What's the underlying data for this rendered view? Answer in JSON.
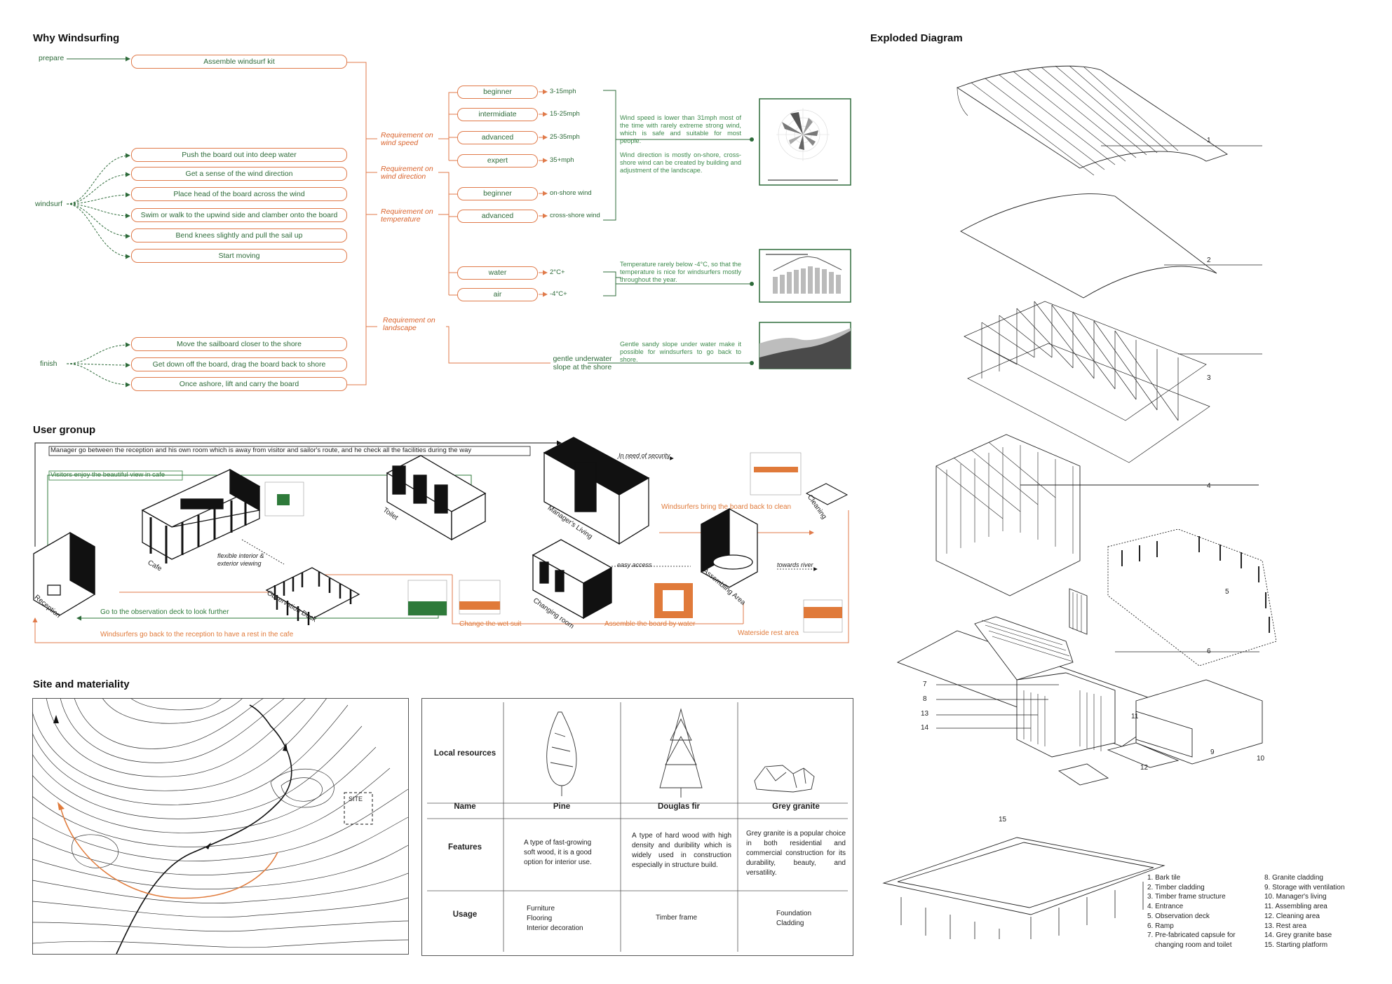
{
  "sections": {
    "why": "Why Windsurfing",
    "user": "User gronup",
    "site": "Site and materiality",
    "exploded": "Exploded Diagram"
  },
  "windsurf": {
    "prepare": "prepare",
    "windsurf": "windsurf",
    "finish": "finish",
    "prepare_steps": [
      "Assemble windsurf kit"
    ],
    "windsurf_steps": [
      "Push the board out into deep water",
      "Get a sense of the wind direction",
      "Place head of the board across the wind",
      "Swim or walk to the upwind side and clamber onto the board",
      "Bend knees slightly and pull the sail up",
      "Start moving"
    ],
    "finish_steps": [
      "Move the sailboard closer to the shore",
      "Get down off the board, drag the board back to shore",
      "Once ashore, lift and carry the board"
    ],
    "requirements": [
      "Requirement on wind speed",
      "Requirement on wind direction",
      "Requirement on temperature",
      "Requirement on landscape"
    ],
    "levels_speed": [
      {
        "level": "beginner",
        "value": "3-15mph"
      },
      {
        "level": "intermidiate",
        "value": "15-25mph"
      },
      {
        "level": "advanced",
        "value": "25-35mph"
      },
      {
        "level": "expert",
        "value": "35+mph"
      }
    ],
    "levels_dir": [
      {
        "level": "beginner",
        "value": "on-shore wind"
      },
      {
        "level": "advanced",
        "value": "cross-shore wind"
      }
    ],
    "temps": [
      {
        "level": "water",
        "value": "2°C+"
      },
      {
        "level": "air",
        "value": "-4°C+"
      }
    ],
    "landscape": "gentle underwater slope at the shore",
    "note_speed": "Wind speed is lower than 31mph most of the time with rarely extreme strong wind, which is safe and suitable for most people.",
    "note_dir": "Wind direction is mostly on-shore, cross-shore wind can be created by building and adjustment of the landscape.",
    "note_temp": "Temperature rarely below -4°C, so that the temperature is nice for windsurfers mostly throughout the year.",
    "note_land": "Gentle sandy slope under water make it possible for windsurfers to go back to shore."
  },
  "user_group": {
    "manager_route": "Manager go between the reception and his own room which is away from visitor and sailor's route, and he check all the facilities during the way",
    "visitors": "Visitors enjoy the beautiful view in cafe",
    "observation": "Go to the observation deck to look further",
    "rest": "Windsurfers go back to the reception to have a rest  in the cafe",
    "bring_board": "Windsurfers bring the board back to clean",
    "wet_suit": "Change the wet suit",
    "assemble": "Assemble the board by water",
    "waterside": "Waterside rest area",
    "security": "In need of security",
    "flexible": "flexible interior & exterior viewing",
    "easy": "easy access",
    "towards": "towards river",
    "spaces": [
      "Reception",
      "Cafe",
      "Observation Deck",
      "Toilet",
      "Manager's Living",
      "Changing room",
      "Assembling Area",
      "Cleaning"
    ]
  },
  "site": {
    "site_label": "SITE"
  },
  "materials": {
    "row_resources": "Local resources",
    "row_name": "Name",
    "row_features": "Features",
    "row_usage": "Usage",
    "cols": [
      {
        "name": "Pine",
        "features": "A type of fast-growing soft wood, it is a good option for interior use.",
        "usage": [
          "Furniture",
          "Flooring",
          "Interior decoration"
        ]
      },
      {
        "name": "Douglas fir",
        "features": "A type of hard wood with high density and duribility which is widely used in construction especially in structure build.",
        "usage": [
          "Timber frame"
        ]
      },
      {
        "name": "Grey granite",
        "features": "Grey granite is a popular choice in both residential and commercial construction for its durability, beauty, and versatility.",
        "usage": [
          "Foundation",
          "Cladding"
        ]
      }
    ]
  },
  "exploded": {
    "numbers": [
      "1",
      "2",
      "3",
      "4",
      "5",
      "6",
      "7",
      "8",
      "9",
      "10",
      "11",
      "12",
      "13",
      "14",
      "15"
    ],
    "legend_left": [
      "1. Bark tile",
      "2. Timber cladding",
      "3. Timber frame structure",
      "4. Entrance",
      "5. Observation deck",
      "6. Ramp",
      "7. Pre-fabricated capsule for",
      "   changing room and toilet"
    ],
    "legend_right": [
      "8. Granite cladding",
      "9. Storage with ventilation",
      "10. Manager's living",
      "11. Assembling area",
      "12. Cleaning area",
      "13. Rest area",
      "14. Grey granite base",
      "15. Starting platform"
    ]
  },
  "colors": {
    "green": "#2e6b3a",
    "orange": "#e07a4a",
    "accent": "#d9622b"
  }
}
